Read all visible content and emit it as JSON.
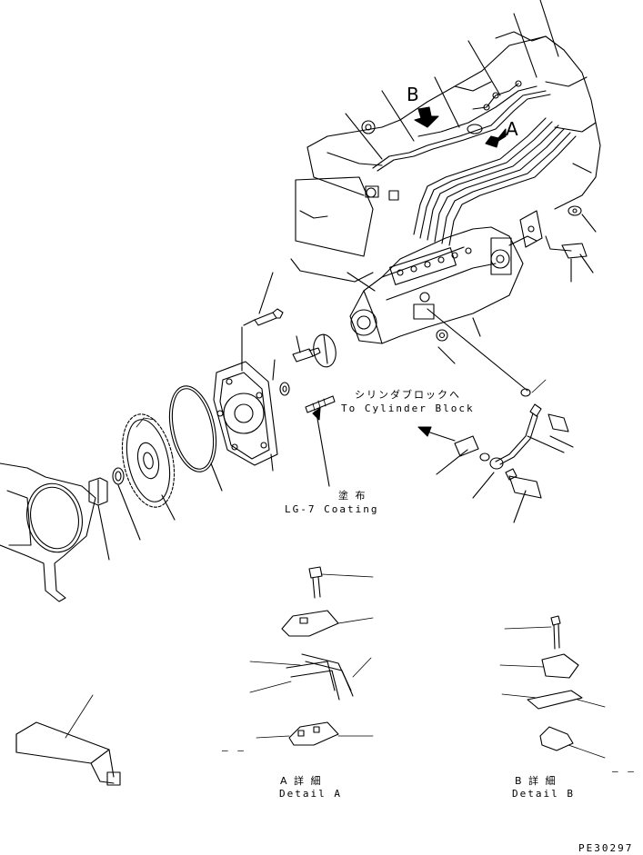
{
  "view_labels": {
    "a": "A",
    "b": "B"
  },
  "annotations": {
    "to_block_jp": "シリンダブロックへ",
    "to_block_en": "To Cylinder Block",
    "coating_jp": "塗 布",
    "coating_en": "LG-7 Coating"
  },
  "details": {
    "a_jp": "A 詳 細",
    "a_en": "Detail A",
    "b_jp": "B 詳 細",
    "b_en": "Detail B"
  },
  "dashes": {
    "left": "– –",
    "right": "– –"
  },
  "figure_code": "PE30297"
}
